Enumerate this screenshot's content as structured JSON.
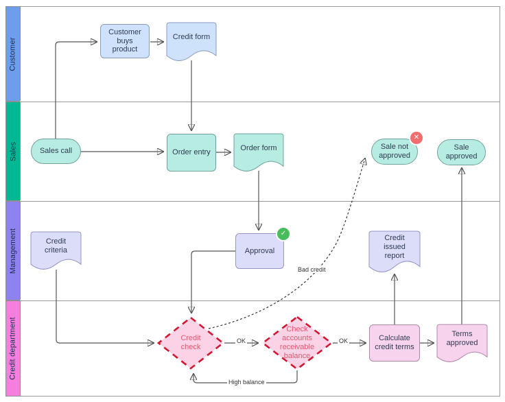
{
  "lanes": [
    {
      "label": "Customer",
      "color": "#6d9eeb"
    },
    {
      "label": "Sales",
      "color": "#00b894"
    },
    {
      "label": "Management",
      "color": "#8e82f0"
    },
    {
      "label": "Credit department",
      "color": "#f57fdc"
    }
  ],
  "nodes": [
    {
      "label": "Customer buys product",
      "shape": "process",
      "lane": "Customer"
    },
    {
      "label": "Credit form",
      "shape": "document",
      "lane": "Customer"
    },
    {
      "label": "Sales call",
      "shape": "terminator",
      "lane": "Sales"
    },
    {
      "label": "Order entry",
      "shape": "process",
      "lane": "Sales"
    },
    {
      "label": "Order form",
      "shape": "document",
      "lane": "Sales"
    },
    {
      "label": "Sale not approved",
      "shape": "terminator",
      "lane": "Sales",
      "badge": "cross"
    },
    {
      "label": "Sale approved",
      "shape": "terminator",
      "lane": "Sales"
    },
    {
      "label": "Credit criteria",
      "shape": "document",
      "lane": "Management"
    },
    {
      "label": "Approval",
      "shape": "process",
      "lane": "Management",
      "badge": "check"
    },
    {
      "label": "Credit issued report",
      "shape": "document",
      "lane": "Management"
    },
    {
      "label": "Credit check",
      "shape": "decision",
      "lane": "Credit department"
    },
    {
      "label": "Check accounts receivable balance",
      "shape": "decision",
      "lane": "Credit department"
    },
    {
      "label": "Calculate credit terms",
      "shape": "process",
      "lane": "Credit department"
    },
    {
      "label": "Terms approved",
      "shape": "document",
      "lane": "Credit department"
    }
  ],
  "edge_labels": {
    "ok_credit_check": "OK",
    "ok_accounts_balance": "OK",
    "bad_credit": "Bad credit",
    "high_balance": "High balance"
  },
  "badges": {
    "check": "✓",
    "cross": "✕"
  },
  "colors": {
    "lane_customer": "#6d9eeb",
    "lane_sales": "#00b894",
    "lane_management": "#8e82f0",
    "lane_credit_department": "#f57fdc",
    "shape_blue_fill": "#cfe2fb",
    "shape_teal_fill": "#b7ece3",
    "shape_purple_fill": "#dcddf8",
    "shape_pink_fill": "#f8d3ee",
    "decision_fill": "#fbd2e6",
    "decision_border": "#d31731",
    "decision_text": "#e25a70",
    "badge_approved_green": "#47bd5c",
    "badge_rejected_red": "#f26d6d"
  }
}
